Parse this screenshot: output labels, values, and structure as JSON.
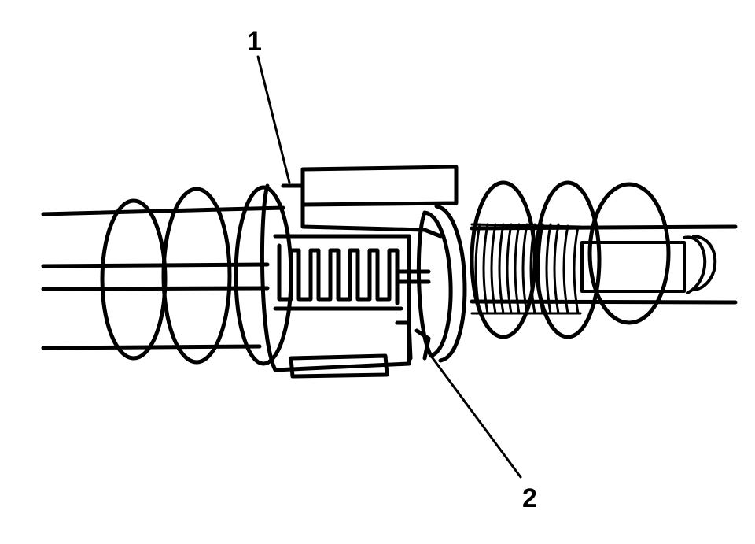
{
  "figure": {
    "callouts": [
      {
        "id": "1",
        "label": "1"
      },
      {
        "id": "2",
        "label": "2"
      }
    ]
  },
  "colors": {
    "ink": "#000000",
    "paper": "#ffffff"
  }
}
